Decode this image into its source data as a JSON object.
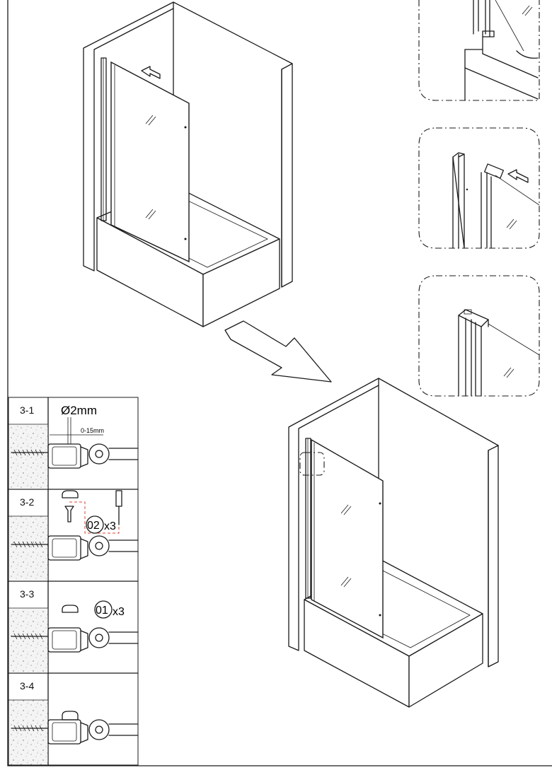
{
  "steps": [
    {
      "label": "3-1",
      "annotation": "Ø2mm",
      "sub_annotation": "0-15mm"
    },
    {
      "label": "3-2",
      "annotation": "02",
      "quantity": "x3"
    },
    {
      "label": "3-3",
      "annotation": "01",
      "quantity": "x3"
    },
    {
      "label": "3-4"
    }
  ]
}
